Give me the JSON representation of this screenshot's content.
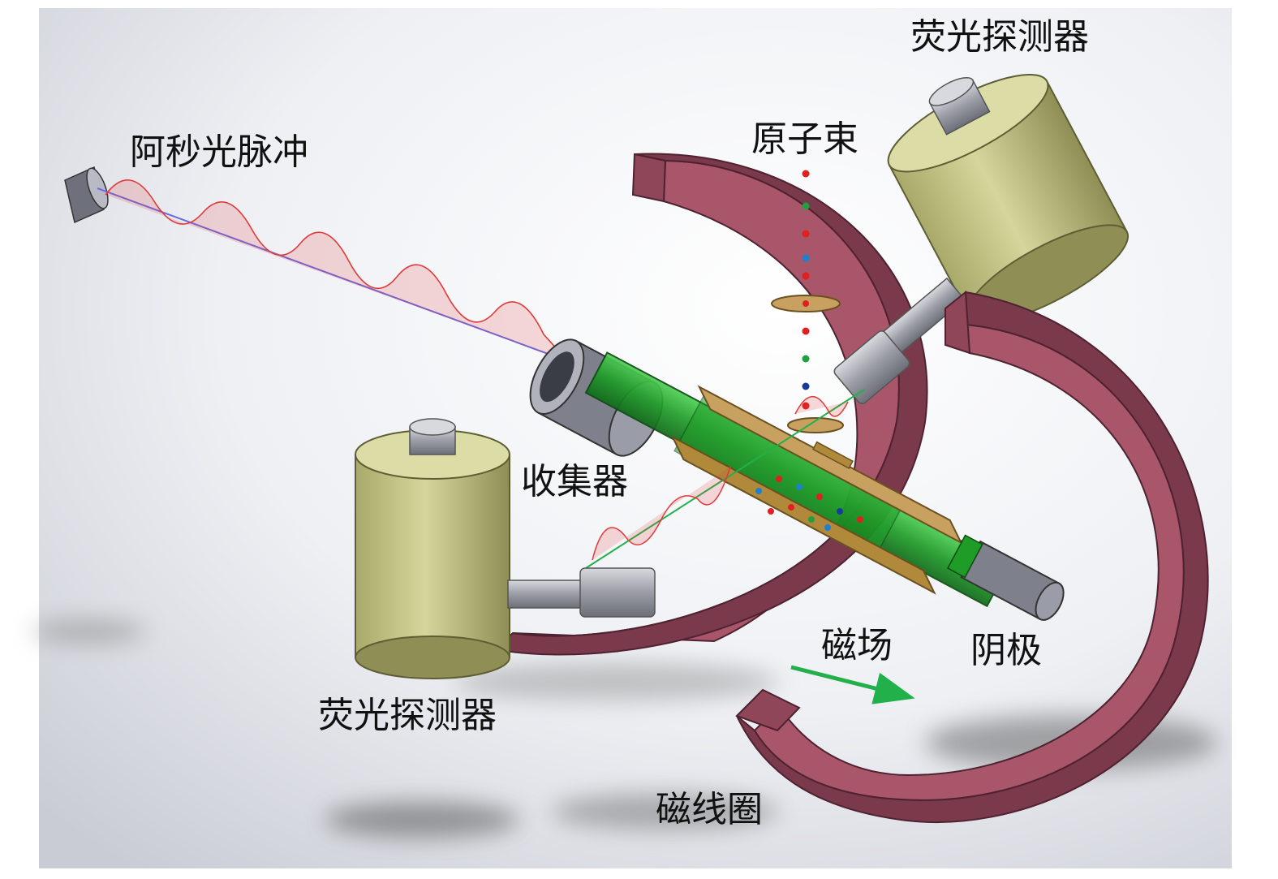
{
  "labels": {
    "fluorescence_detector_top": "荧光探测器",
    "attosecond_pulse": "阿秒光脉冲",
    "atomic_beam": "原子束",
    "collector": "收集器",
    "magnetic_field": "磁场",
    "cathode": "阴极",
    "fluorescence_detector_bottom": "荧光探测器",
    "magnetic_coil": "磁线圈"
  },
  "colors": {
    "coil": "#7a3a4c",
    "coil_dark": "#4e2230",
    "detector_body": "#c9c98a",
    "detector_shade": "#8f8f55",
    "metal_grey": "#8a8c98",
    "tube_green": "#1fa02a",
    "plate_gold": "#b08a3a",
    "pulse_red": "#e23a3a",
    "pulse_axis_blue": "#6a6ae0",
    "field_arrow_green": "#22b04a",
    "atom_red": "#e02020",
    "atom_green": "#20a040",
    "atom_blue": "#2080d0"
  }
}
